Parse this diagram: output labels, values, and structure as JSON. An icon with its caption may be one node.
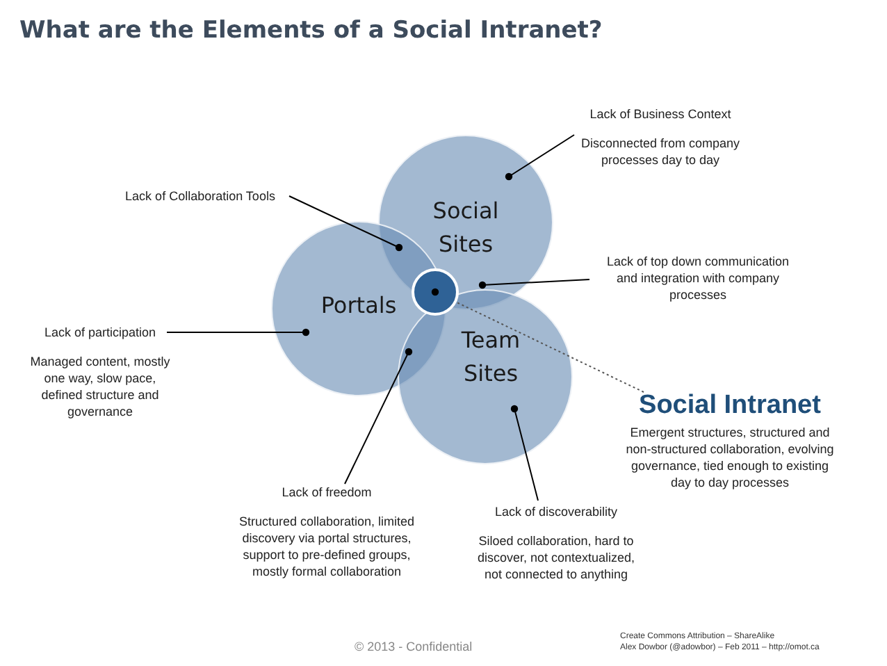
{
  "diagram": {
    "title": "What are the Elements of a Social Intranet?",
    "nodes": [
      {
        "text": [
          "Social Sites"
        ]
      },
      {
        "text": [
          "Portals"
        ]
      },
      {
        "text": [
          "Team Sites"
        ]
      },
      {
        "text": [],
        "shape": "circle"
      },
      {
        "text": [
          "Lack of Business Context",
          "Disconnected from company processes day to day"
        ]
      },
      {
        "text": [
          "Lack of Collaboration Tools"
        ]
      },
      {
        "text": [
          "Lack of top down communication and integration with company processes"
        ]
      },
      {
        "text": [
          "Lack of participation",
          "Managed content, mostly one way, slow pace, defined structure and governance"
        ]
      },
      {
        "text": [
          "Social Intranet",
          "Emergent structures, structured and non-structured collaboration, evolving governance, tied enough to existing day to day processes"
        ]
      },
      {
        "text": [
          "Lack of freedom",
          "Structured collaboration, limited discovery via portal structures, support to pre-defined groups, mostly formal collaboration"
        ]
      },
      {
        "text": [
          "Lack of discoverability",
          "Siloed collaboration, hard to discover, not contextualized, not connected to anything"
        ]
      }
    ],
    "edges": [
      {
        "from": 4,
        "to": 0,
        "arrow": "other"
      },
      {
        "from": 5,
        "to": 0,
        "arrow": "other"
      },
      {
        "from": 6,
        "to": 0,
        "arrow": "other"
      },
      {
        "from": 7,
        "to": 1,
        "arrow": "other"
      },
      {
        "from": 8,
        "to": 3,
        "arrow": "none",
        "style": "dashed"
      },
      {
        "from": 9,
        "to": 1,
        "arrow": "other"
      },
      {
        "from": 10,
        "to": 2,
        "arrow": "other"
      }
    ],
    "labels": [
      "© 2013 - Confidential",
      "Create Commons Attribution – ShareAlike",
      "Alex Dowbor (@adowbor) – Feb 2011 – http://omot.ca"
    ]
  }
}
